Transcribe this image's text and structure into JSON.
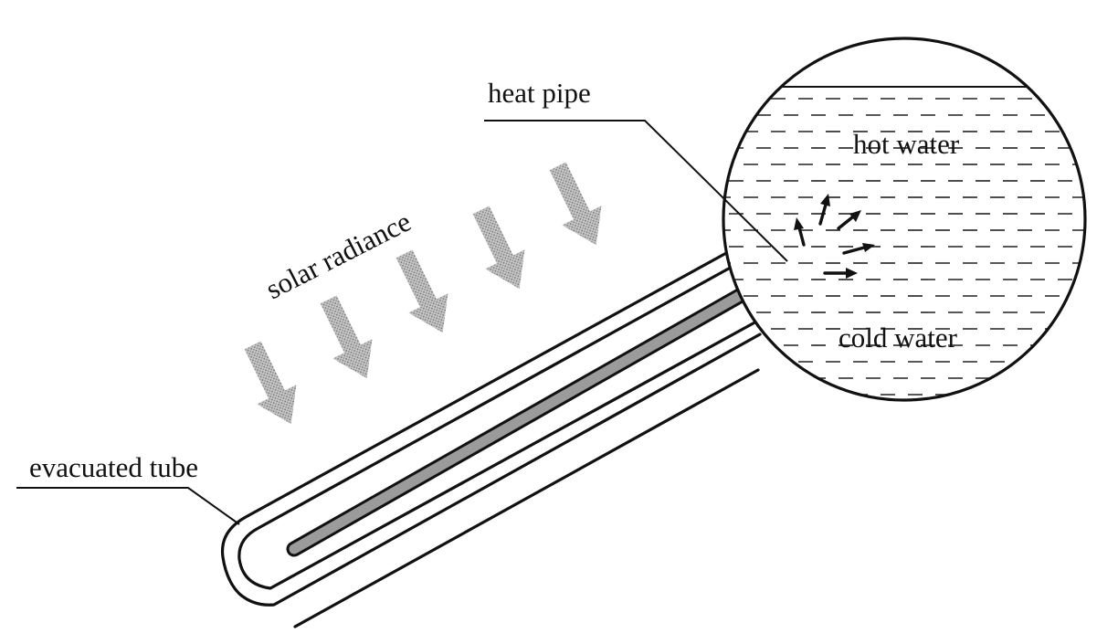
{
  "diagram": {
    "labels": {
      "heat_pipe": "heat pipe",
      "solar_radiance": "solar radiance",
      "evacuated_tube": "evacuated tube",
      "hot_water": "hot water",
      "cold_water": "cold water"
    }
  }
}
